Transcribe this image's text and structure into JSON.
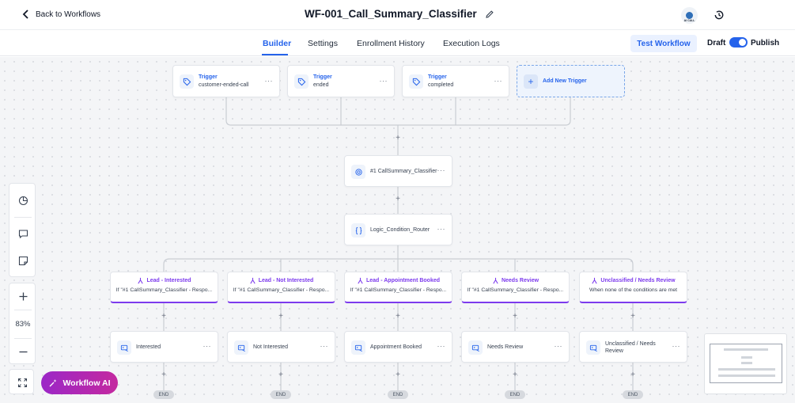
{
  "header": {
    "back_label": "Back to Workflows",
    "title": "WF-001_Call_Summary_Classifier",
    "avatar_text": "AI CALL"
  },
  "tabs": [
    {
      "label": "Builder",
      "active": true
    },
    {
      "label": "Settings",
      "active": false
    },
    {
      "label": "Enrollment History",
      "active": false
    },
    {
      "label": "Execution Logs",
      "active": false
    }
  ],
  "actions": {
    "test_workflow": "Test Workflow",
    "draft_label": "Draft",
    "publish_label": "Publish",
    "publish_toggle_on": true
  },
  "triggers": [
    {
      "type": "Trigger",
      "value": "customer-ended-call"
    },
    {
      "type": "Trigger",
      "value": "ended"
    },
    {
      "type": "Trigger",
      "value": "completed"
    }
  ],
  "add_trigger_label": "Add New Trigger",
  "ai_node": {
    "label": "#1 CallSummary_Classifier"
  },
  "router_node": {
    "label": "Logic_Condition_Router"
  },
  "branches": [
    {
      "title": "Lead - Interested",
      "condition": "If \"#1 CallSummary_Classifier - Respo...",
      "action": "Interested",
      "end": "END"
    },
    {
      "title": "Lead - Not Interested",
      "condition": "If \"#1 CallSummary_Classifier - Respo...",
      "action": "Not Interested",
      "end": "END"
    },
    {
      "title": "Lead - Appointment Booked",
      "condition": "If \"#1 CallSummary_Classifier - Respo...",
      "action": "Appointment Booked",
      "end": "END"
    },
    {
      "title": "Needs Review",
      "condition": "If \"#1 CallSummary_Classifier - Respo...",
      "action": "Needs Review",
      "end": "END"
    },
    {
      "title": "Unclassified / Needs Review",
      "condition": "When none of the conditions are met",
      "action": "Unclassified / Needs Review",
      "end": "END"
    }
  ],
  "zoom": {
    "level": "83%"
  },
  "workflow_ai_label": "Workflow AI",
  "colors": {
    "accent": "#2563eb",
    "branch": "#7c3aed",
    "ai_gradient_start": "#9b27c7",
    "ai_gradient_end": "#c4299f"
  }
}
